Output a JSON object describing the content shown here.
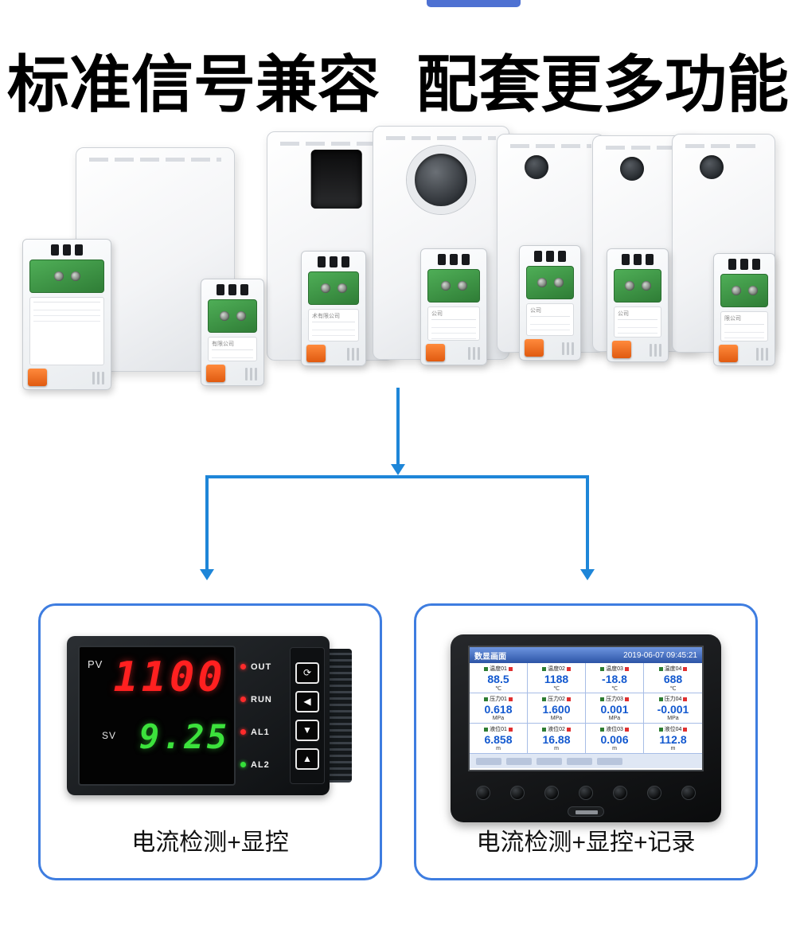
{
  "decor": {
    "top_bar_color": "#4e71d2",
    "arrow_color": "#1e86d8",
    "card_border_color": "#3e7de0"
  },
  "title": {
    "left": "标准信号兼容",
    "right": "配套更多功能"
  },
  "modules": [
    {
      "type": "slim",
      "hole": "none",
      "label": ""
    },
    {
      "type": "pair",
      "hole": "none",
      "label": "有限公司"
    },
    {
      "type": "pair",
      "hole": "rect",
      "label": "术有限公司"
    },
    {
      "type": "pair",
      "hole": "circle-large",
      "label": "公司"
    },
    {
      "type": "pair",
      "hole": "circle-small",
      "label": "公司"
    },
    {
      "type": "pair",
      "hole": "circle-small",
      "label": "公司"
    },
    {
      "type": "pair",
      "hole": "circle-small",
      "label": "限公司"
    }
  ],
  "meter": {
    "pv_label": "PV",
    "pv_value": "1100",
    "sv_label": "SV",
    "sv_value": "9.25",
    "indicators": [
      {
        "label": "OUT",
        "color": "#ff2b2b"
      },
      {
        "label": "RUN",
        "color": "#ff2b2b"
      },
      {
        "label": "AL1",
        "color": "#ff2b2b"
      },
      {
        "label": "AL2",
        "color": "#35e03a"
      }
    ],
    "buttons": [
      "⟳",
      "◀",
      "▼",
      "▲"
    ],
    "caption": "电流检测+显控"
  },
  "recorder": {
    "screen_title": "数显画面",
    "screen_datetime": "2019-06-07 09:45:21",
    "channels": [
      {
        "name": "温度01",
        "value": "88.5",
        "unit": "℃"
      },
      {
        "name": "温度02",
        "value": "1188",
        "unit": "℃"
      },
      {
        "name": "温度03",
        "value": "-18.8",
        "unit": "℃"
      },
      {
        "name": "温度04",
        "value": "688",
        "unit": "℃"
      },
      {
        "name": "压力01",
        "value": "0.618",
        "unit": "MPa"
      },
      {
        "name": "压力02",
        "value": "1.600",
        "unit": "MPa"
      },
      {
        "name": "压力03",
        "value": "0.001",
        "unit": "MPa"
      },
      {
        "name": "压力04",
        "value": "-0.001",
        "unit": "MPa"
      },
      {
        "name": "液位01",
        "value": "6.858",
        "unit": "m"
      },
      {
        "name": "液位02",
        "value": "16.88",
        "unit": "m"
      },
      {
        "name": "液位03",
        "value": "0.006",
        "unit": "m"
      },
      {
        "name": "液位04",
        "value": "112.8",
        "unit": "m"
      }
    ],
    "button_count": 7,
    "caption": "电流检测+显控+记录"
  }
}
